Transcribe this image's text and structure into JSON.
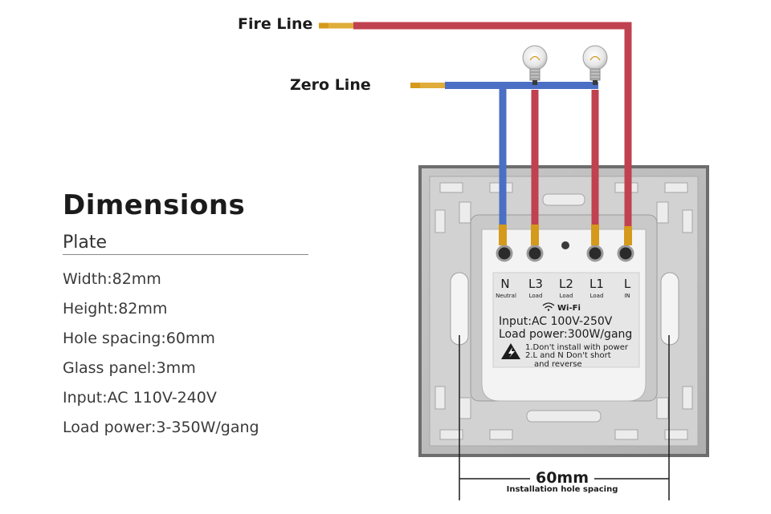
{
  "specs": {
    "title": "Dimensions",
    "subtitle": "Plate",
    "items": [
      "Width:82mm",
      "Height:82mm",
      "Hole spacing:60mm",
      "Glass panel:3mm",
      "Input:AC 110V-240V",
      "Load power:3-350W/gang"
    ]
  },
  "wiring": {
    "fire_label": "Fire Line",
    "zero_label": "Zero Line"
  },
  "module": {
    "terminals": [
      {
        "letter": "N",
        "sub": "Neutral"
      },
      {
        "letter": "L3",
        "sub": "Load"
      },
      {
        "letter": "L2",
        "sub": "Load"
      },
      {
        "letter": "L1",
        "sub": "Load"
      },
      {
        "letter": "L",
        "sub": "IN"
      }
    ],
    "wifi": "Wi-Fi",
    "input": "Input:AC  100V-250V",
    "load_power": "Load power:300W/gang",
    "warning_1": "1.Don't install with power",
    "warning_2": "2.L and N Don't short",
    "warning_3": "and reverse"
  },
  "dimension": {
    "value": "60mm",
    "caption": "Installation hole spacing"
  },
  "colors": {
    "fire_wire": "#c0414f",
    "zero_wire": "#4b6fc4",
    "copper": "#d59a1c"
  }
}
